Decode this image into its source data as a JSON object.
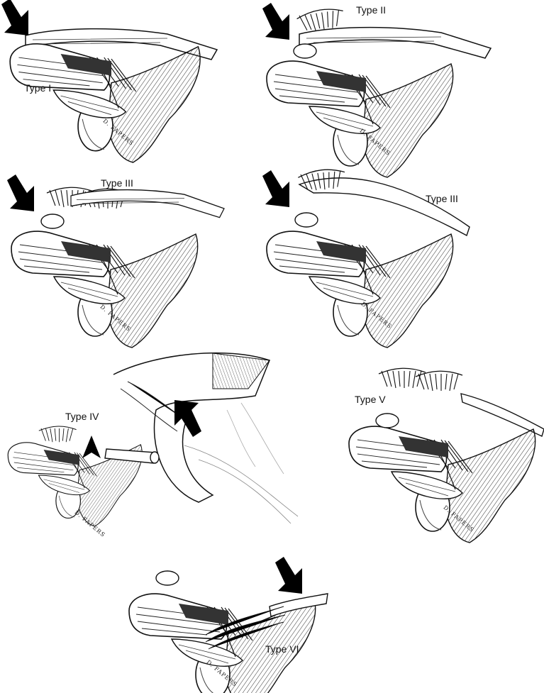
{
  "figure": {
    "panels": [
      {
        "id": "type-1",
        "label": "Type I"
      },
      {
        "id": "type-2",
        "label": "Type II"
      },
      {
        "id": "type-3a",
        "label": "Type III"
      },
      {
        "id": "type-3b",
        "label": "Type III"
      },
      {
        "id": "type-4",
        "label": "Type IV"
      },
      {
        "id": "type-5",
        "label": "Type V"
      },
      {
        "id": "type-6",
        "label": "Type VI"
      }
    ],
    "artist_signature": "D. FAPERS",
    "colors": {
      "ink": "#111111",
      "shade": "#555555",
      "paper": "#ffffff"
    },
    "icons": [
      "arrow-icon",
      "arrowhead-icon"
    ]
  }
}
